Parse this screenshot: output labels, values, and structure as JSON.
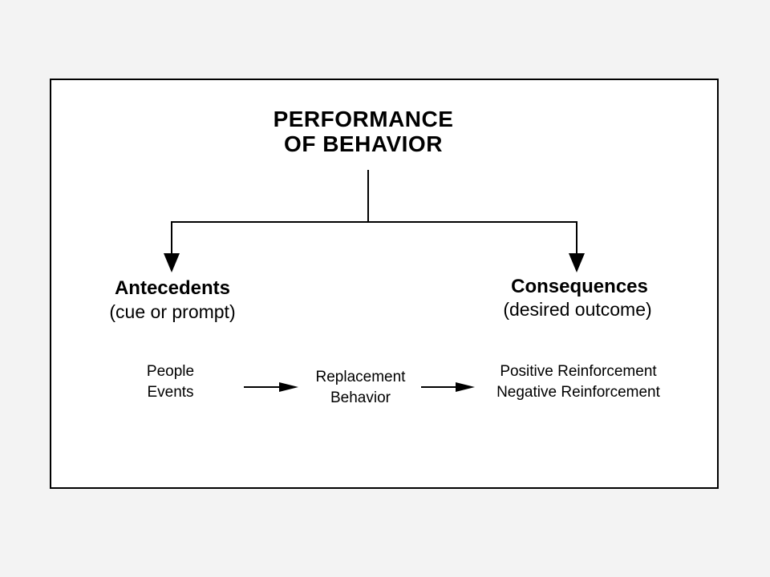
{
  "title": {
    "line1": "PERFORMANCE",
    "line2": "OF BEHAVIOR"
  },
  "antecedents": {
    "heading": "Antecedents",
    "subheading": "(cue or prompt)",
    "items": [
      "People",
      "Events"
    ]
  },
  "behavior": {
    "line1": "Replacement",
    "line2": "Behavior"
  },
  "consequences": {
    "heading": "Consequences",
    "subheading": "(desired outcome)",
    "items": [
      "Positive Reinforcement",
      "Negative Reinforcement"
    ]
  }
}
